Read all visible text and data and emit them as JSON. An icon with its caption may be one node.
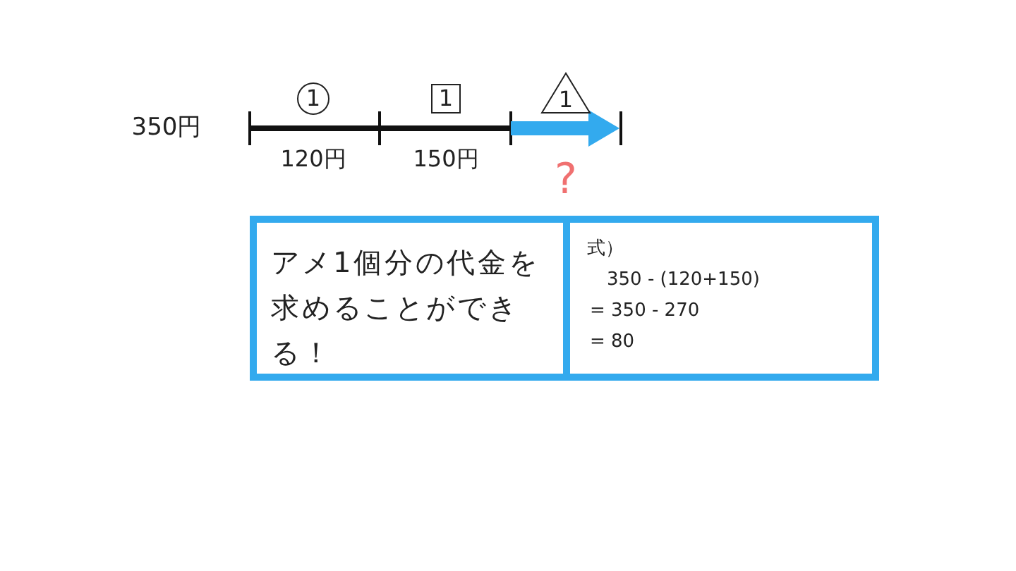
{
  "diagram": {
    "nodes": [
      {
        "text": [
          "1"
        ]
      },
      {
        "text": [
          "1"
        ]
      },
      {
        "text": [
          "1"
        ]
      },
      {
        "text": [
          "アメ1個分の代金を求めることができる！"
        ]
      },
      {
        "text": [
          "式）",
          "350 - (120+150)",
          "= 350 - 270",
          "= 80"
        ]
      }
    ],
    "labels": [
      "350円",
      "120円",
      "150円",
      "?"
    ]
  }
}
